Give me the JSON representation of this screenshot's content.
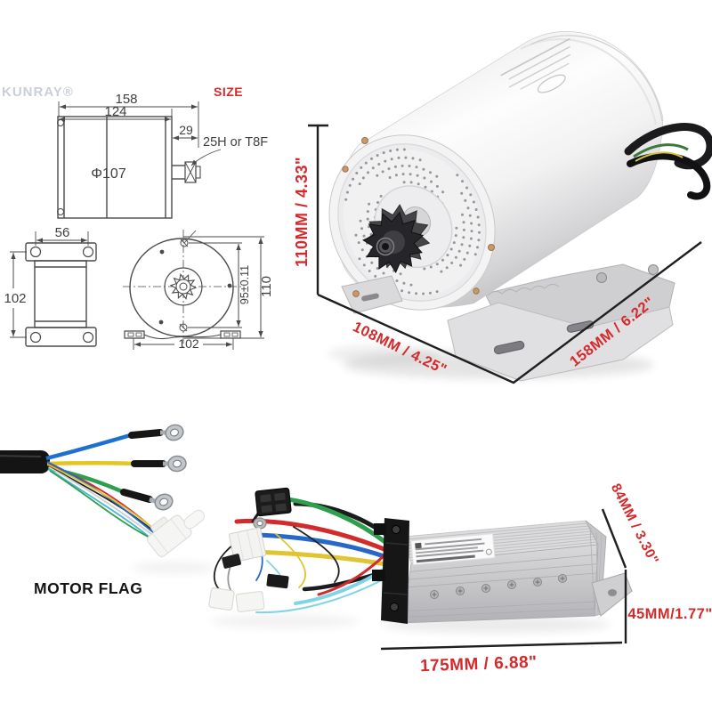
{
  "watermark": "KUNRAY®",
  "size_diagram": {
    "label": "SIZE",
    "side_view": {
      "total_length": "158",
      "body_length": "124",
      "shaft_length": "29",
      "diameter": "Φ107",
      "sprocket_note": "25H or T8F"
    },
    "bracket_view": {
      "width": "56",
      "height": "102"
    },
    "front_view": {
      "bolt_spacing": "95±0.11",
      "height": "110",
      "width": "102"
    }
  },
  "motor_photo": {
    "height_label": "110MM / 4.33\"",
    "depth_label": "108MM / 4.25\"",
    "length_label": "158MM / 6.22\""
  },
  "motor_flag": {
    "label": "MOTOR FLAG"
  },
  "controller_photo": {
    "height_label": "84MM / 3.30\"",
    "thickness_label": "45MM/1.77\"",
    "length_label": "175MM / 6.88\""
  },
  "colors": {
    "dimension_red": "#d42a2c",
    "drawing_line": "#4a4a4a",
    "watermark_gray": "#c9cfd8"
  }
}
